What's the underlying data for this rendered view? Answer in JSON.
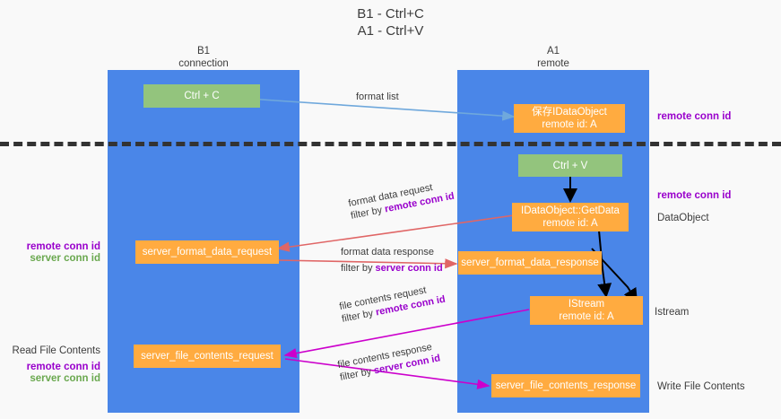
{
  "title": {
    "line1": "B1 - Ctrl+C",
    "line2": "A1 - Ctrl+V"
  },
  "columns": [
    {
      "name": "B1",
      "sub": "connection"
    },
    {
      "name": "A1",
      "sub": "remote"
    }
  ],
  "nodes": {
    "ctrl_c": {
      "label": "Ctrl + C"
    },
    "save_idataobject": {
      "line1": "保存IDataObject",
      "line2": "remote id: A"
    },
    "ctrl_v": {
      "label": "Ctrl + V"
    },
    "idataobject_getdata": {
      "line1": "IDataObject::GetData",
      "line2": "remote id: A"
    },
    "server_format_data_request": {
      "label": "server_format_data_request"
    },
    "server_format_data_response": {
      "label": "server_format_data_response"
    },
    "istream": {
      "line1": "IStream",
      "line2": "remote id: A"
    },
    "server_file_contents_request": {
      "label": "server_file_contents_request"
    },
    "server_file_contents_response": {
      "label": "server_file_contents_response"
    }
  },
  "edges": {
    "format_list": {
      "label": "format list"
    },
    "format_data_request": {
      "line1": "format data request",
      "line2_prefix": "filter by ",
      "line2_hl": "remote conn id"
    },
    "format_data_response": {
      "line1": "format data response",
      "line2_prefix": "filter by ",
      "line2_hl": "server conn id"
    },
    "file_contents_request": {
      "line1": "file contents request",
      "line2_prefix": "filter by ",
      "line2_hl": "remote conn id"
    },
    "file_contents_response": {
      "line1": "file contents response",
      "line2_prefix": "filter by ",
      "line2_hl": "server conn id"
    }
  },
  "annotations": {
    "right_remote_conn_id_top": "remote conn id",
    "right_remote_conn_id_mid": "remote conn id",
    "right_dataobject": "DataObject",
    "right_istream": "Istream",
    "right_write_file_contents": "Write File Contents",
    "left_remote_conn_id_mid": "remote conn id",
    "left_server_conn_id_mid": "server conn id",
    "left_read_file_contents": "Read File Contents",
    "left_remote_conn_id_low": "remote conn id",
    "left_server_conn_id_low": "server conn id"
  },
  "colors": {
    "lane": "#4a86e8",
    "green_node": "#93c47d",
    "orange_node": "#ffab40",
    "purple_text": "#9900cc",
    "green_text": "#6aa84f",
    "arrow_blue": "#6fa8dc",
    "arrow_red": "#e06666",
    "arrow_magenta": "#cc00cc",
    "arrow_black": "#000000",
    "separator": "#333333"
  }
}
